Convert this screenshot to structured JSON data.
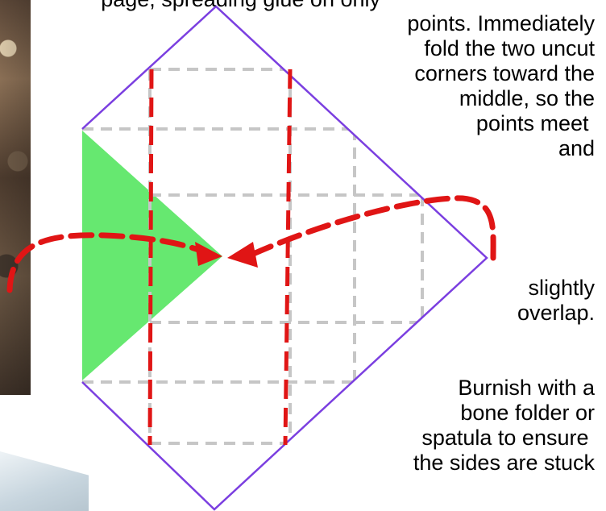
{
  "instructions": {
    "top_cut": "page, spreading glue on only",
    "part1": "points. Immediately\nfold the two uncut\ncorners toward the\nmiddle, so the\npoints meet \nand",
    "part2": "slightly\noverlap.",
    "part3": "Burnish with a\nbone folder or\nspatula to ensure \nthe sides are stuck"
  },
  "colors": {
    "outline": "#7b3fe0",
    "dashed_grid": "#c6c6c6",
    "fold_lines": "#e01515",
    "glue_area": "#66e870",
    "arrows": "#e01515"
  }
}
